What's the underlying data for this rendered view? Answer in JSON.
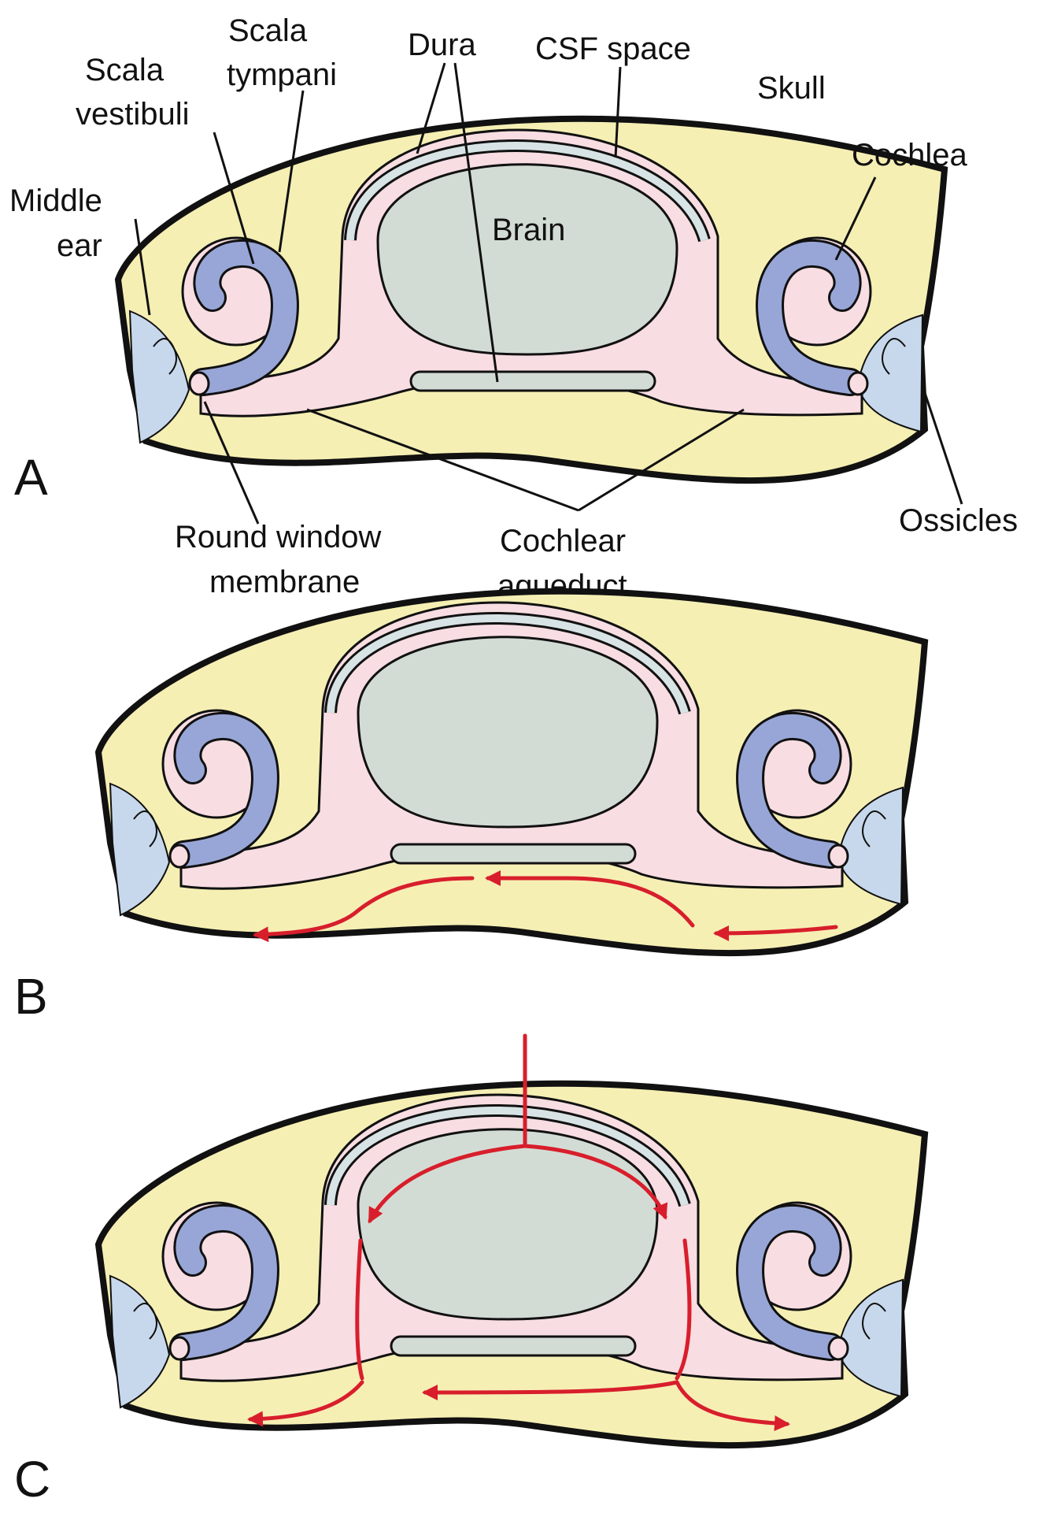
{
  "colors": {
    "skull": "#F6EFB4",
    "csf": "#F8DDE2",
    "brain": "#D3DCD4",
    "dura": "#D7E3E4",
    "scala": "#98A6D7",
    "middle_ear": "#C8D8EC",
    "flow_arrow": "#D81E2C"
  },
  "panels": [
    {
      "letter": "A"
    },
    {
      "letter": "B"
    },
    {
      "letter": "C"
    }
  ],
  "labels": {
    "scala_tympani": [
      "Scala",
      "tympani"
    ],
    "scala_vestibuli": [
      "Scala",
      "vestibuli"
    ],
    "middle_ear": [
      "Middle",
      "ear"
    ],
    "dura": "Dura",
    "csf_space": "CSF space",
    "skull": "Skull",
    "cochlea": "Cochlea",
    "brain": "Brain",
    "round_window_membrane": [
      "Round window",
      "membrane"
    ],
    "cochlear_aqueduct": [
      "Cochlear",
      "aqueduct"
    ],
    "ossicles": "Ossicles"
  }
}
